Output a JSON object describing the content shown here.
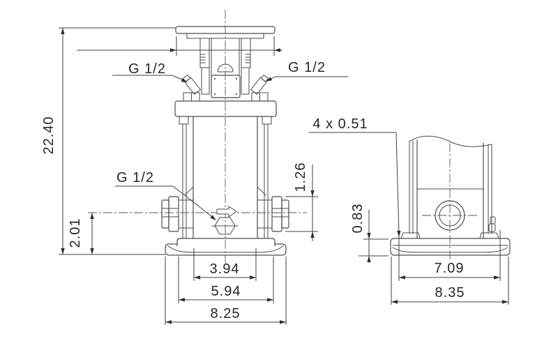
{
  "drawing": {
    "description": "Vertical multistage pump dimensional drawing with front and side views",
    "background_color": "#ffffff",
    "line_color": "#4a4a4a",
    "text_color": "#262626"
  },
  "labels": {
    "gauge_port_top_left": "G 1/2",
    "gauge_port_top_right": "G 1/2",
    "drain_port": "G 1/2",
    "base_holes": "4 x 0.51"
  },
  "dimensions": {
    "overall_height": "22.40",
    "port_center_height": "2.01",
    "port_flange_height": "1.26",
    "base_plate_height": "0.83",
    "pump_head_width": "3.94",
    "bolt_span_front": "5.94",
    "base_width_front": "8.25",
    "bolt_span_side": "7.09",
    "base_width_side": "8.35"
  }
}
